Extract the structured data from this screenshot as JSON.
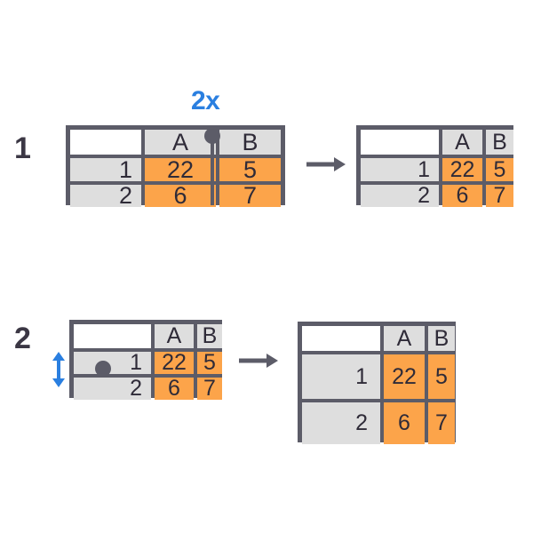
{
  "figure": {
    "background": "#ffffff",
    "colors": {
      "border": "#5c5c68",
      "header_fill": "#dedede",
      "data_fill": "#fca44a",
      "blank_fill": "#ffffff",
      "text": "#2f2b38",
      "accent_blue": "#2a7fe0",
      "step_label": "#3b3744"
    }
  },
  "steps": [
    {
      "number": "1",
      "annotation": "2x",
      "handle": "column-resize-dot",
      "arrow": "right-arrow",
      "before": {
        "corner": "",
        "column_headers": [
          "A",
          "B"
        ],
        "row_headers": [
          "1",
          "2"
        ],
        "rows": [
          [
            "22",
            "5"
          ],
          [
            "6",
            "7"
          ]
        ]
      },
      "after": {
        "corner": "",
        "column_headers": [
          "A",
          "B"
        ],
        "row_headers": [
          "1",
          "2"
        ],
        "rows": [
          [
            "22",
            "5"
          ],
          [
            "6",
            "7"
          ]
        ]
      }
    },
    {
      "number": "2",
      "annotation": "",
      "handle": "row-resize-dot",
      "arrow": "right-arrow",
      "before": {
        "corner": "",
        "column_headers": [
          "A",
          "B"
        ],
        "row_headers": [
          "1",
          "2"
        ],
        "rows": [
          [
            "22",
            "5"
          ],
          [
            "6",
            "7"
          ]
        ]
      },
      "after": {
        "corner": "",
        "column_headers": [
          "A",
          "B"
        ],
        "row_headers": [
          "1",
          "2"
        ],
        "rows": [
          [
            "22",
            "5"
          ],
          [
            "6",
            "7"
          ]
        ]
      }
    }
  ]
}
